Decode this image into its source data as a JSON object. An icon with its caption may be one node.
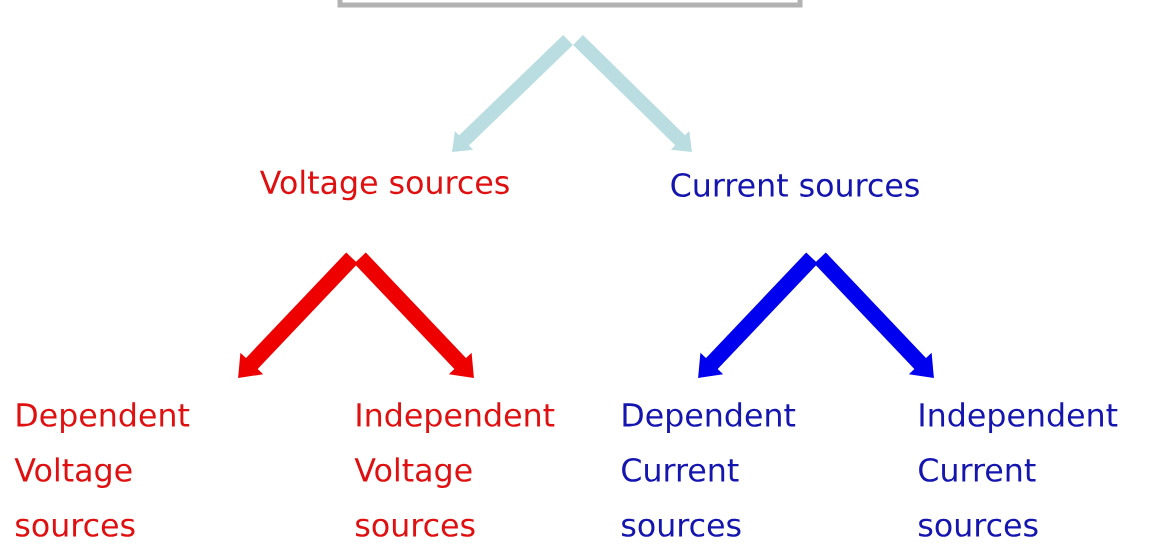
{
  "diagram": {
    "nodes": [
      {
        "text": [],
        "shape": "box"
      },
      {
        "text": [
          "Voltage sources"
        ]
      },
      {
        "text": [
          "Current sources"
        ]
      },
      {
        "text": [
          "Dependent Voltage sources"
        ]
      },
      {
        "text": [
          "Independent Voltage sources"
        ]
      },
      {
        "text": [
          "Dependent Current sources"
        ]
      },
      {
        "text": [
          "Independent Current sources"
        ]
      }
    ],
    "edges": [
      {
        "from": 0,
        "to": 1,
        "arrow": "to",
        "color": "#b9dde0"
      },
      {
        "from": 0,
        "to": 2,
        "arrow": "to",
        "color": "#b9dde0"
      },
      {
        "from": 1,
        "to": 3,
        "arrow": "to",
        "color": "#ee0000"
      },
      {
        "from": 1,
        "to": 4,
        "arrow": "to",
        "color": "#ee0000"
      },
      {
        "from": 2,
        "to": 5,
        "arrow": "to",
        "color": "#0000ee"
      },
      {
        "from": 2,
        "to": 6,
        "arrow": "to",
        "color": "#0000ee"
      }
    ]
  }
}
